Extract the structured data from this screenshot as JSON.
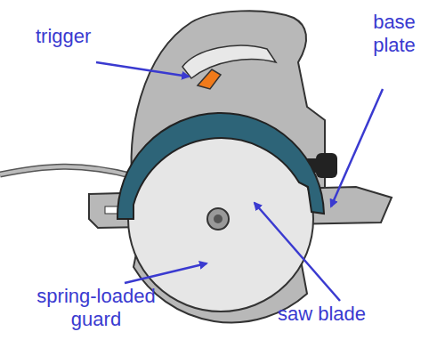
{
  "diagram": {
    "labels": [
      "trigger",
      "base plate",
      "spring-loaded guard",
      "saw blade"
    ]
  }
}
